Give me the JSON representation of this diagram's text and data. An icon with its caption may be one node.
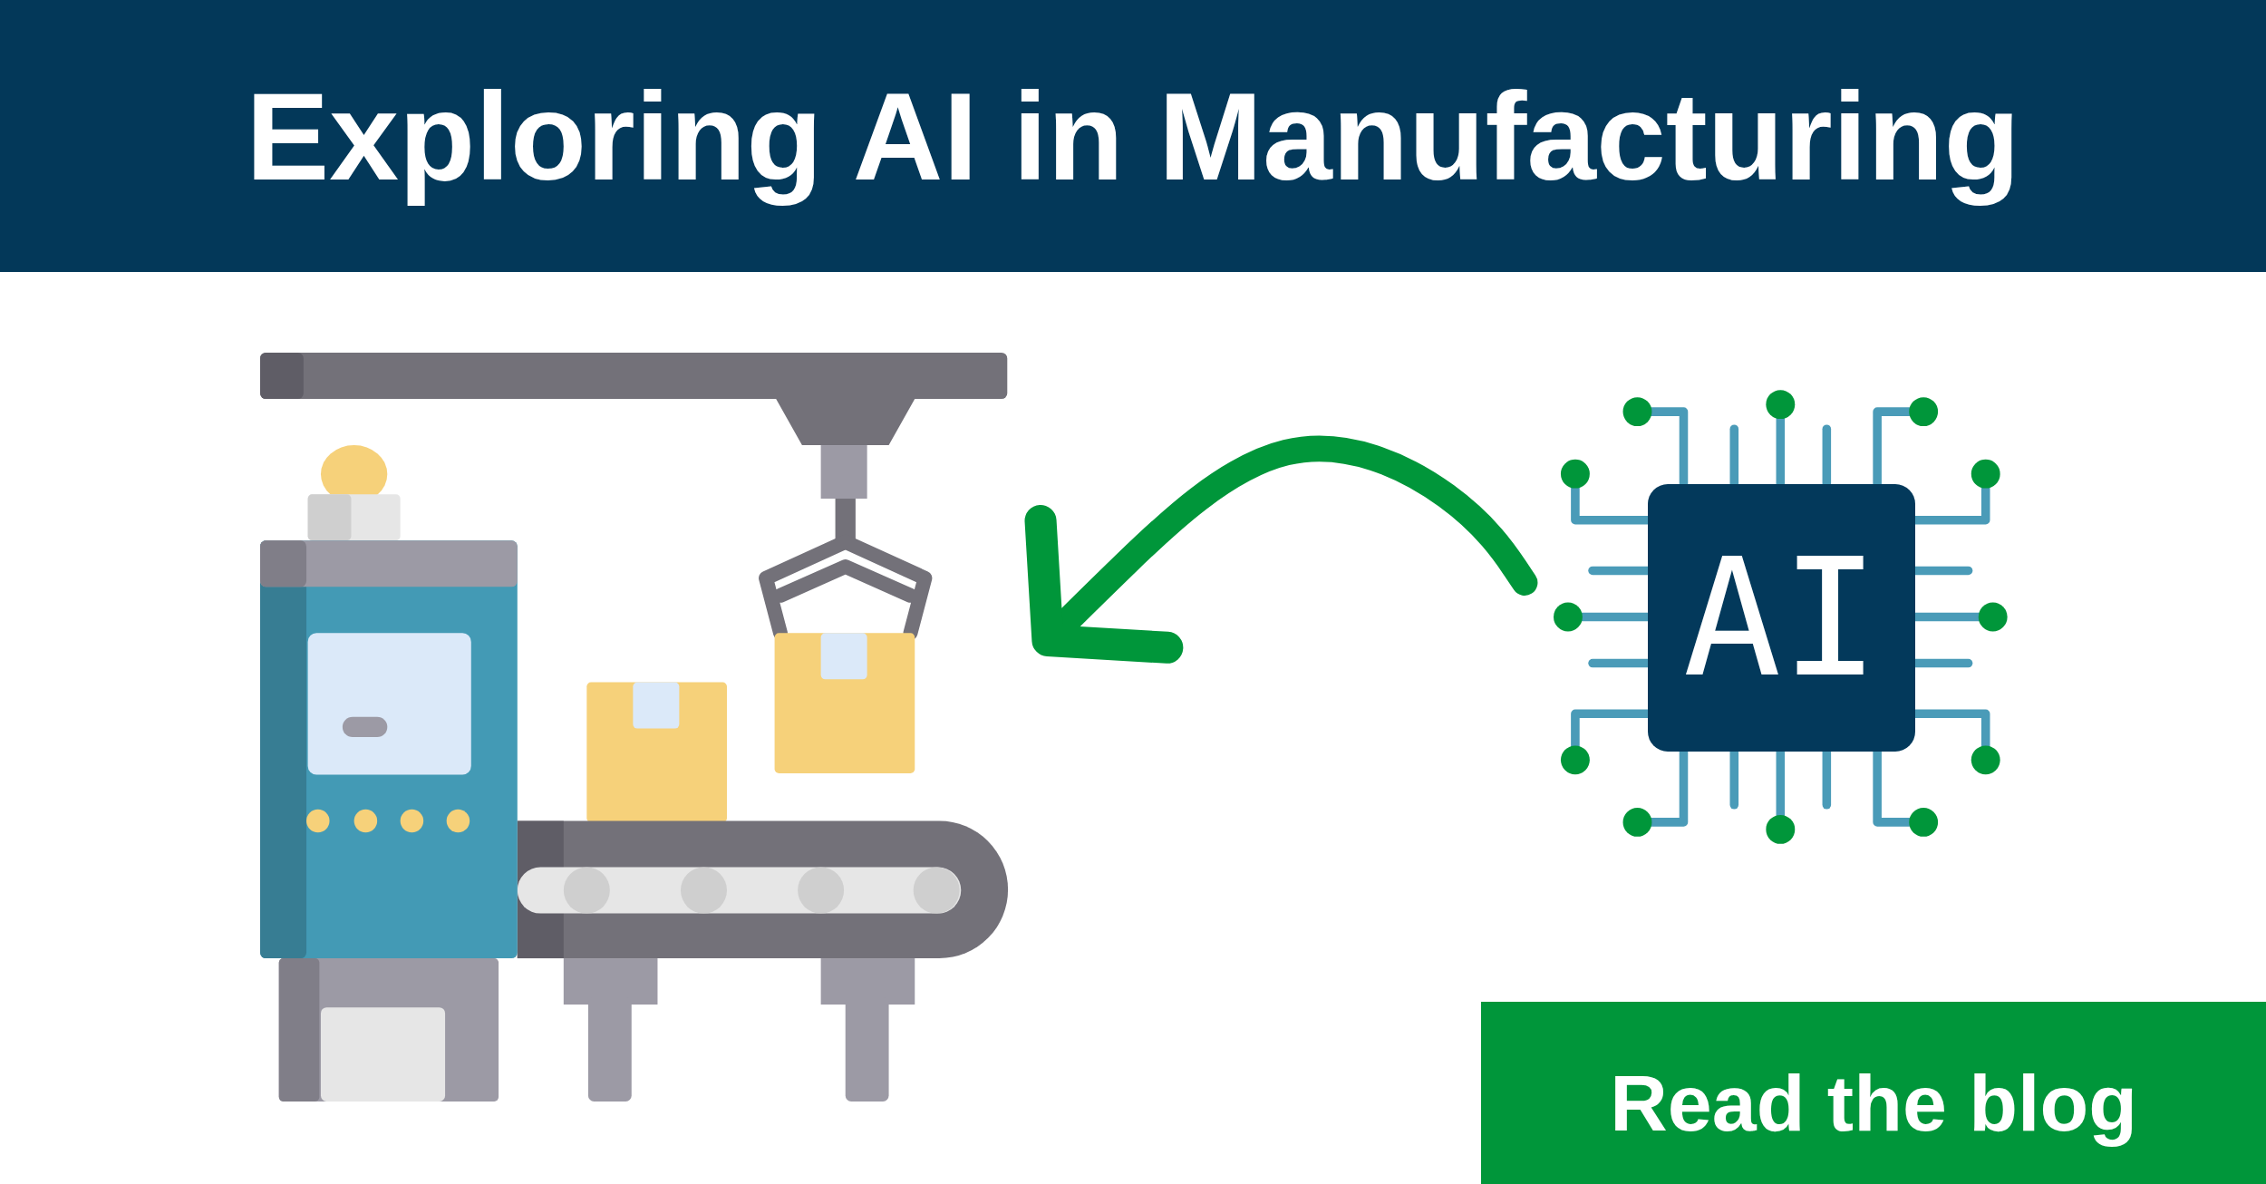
{
  "diagram": {
    "title": "Exploring AI in Manufacturing",
    "nodes": [
      {
        "text": [],
        "shape": "picture"
      },
      {
        "text": [
          "AI"
        ]
      },
      {
        "text": [
          "Read the blog"
        ]
      }
    ],
    "edges": [
      {
        "from": 1,
        "to": 0,
        "arrow": "to",
        "color": "#00963a"
      }
    ]
  }
}
